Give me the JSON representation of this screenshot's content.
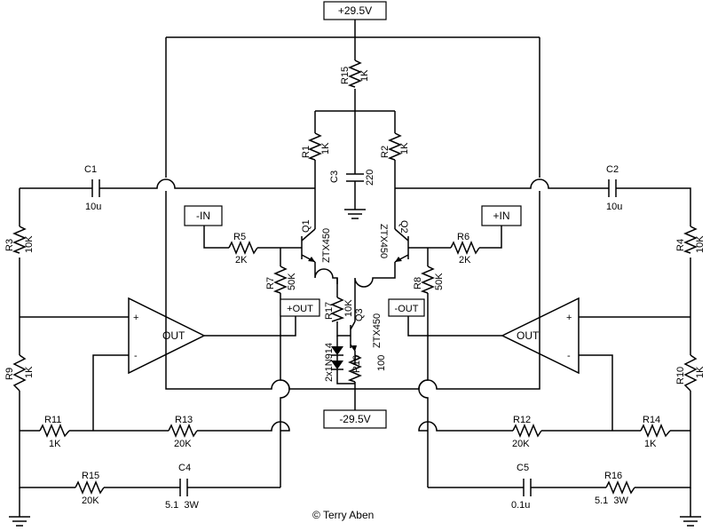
{
  "rails": {
    "vplus": "+29.5V",
    "vminus": "-29.5V"
  },
  "ports": {
    "in_neg": "-IN",
    "in_pos": "+IN",
    "out_pos": "+OUT",
    "out_neg": "-OUT"
  },
  "components": {
    "R1": {
      "ref": "R1",
      "value": "1K"
    },
    "R2": {
      "ref": "R2",
      "value": "1K"
    },
    "R3": {
      "ref": "R3",
      "value": "10K"
    },
    "R4": {
      "ref": "R4",
      "value": "10K"
    },
    "R5": {
      "ref": "R5",
      "value": "2K"
    },
    "R6": {
      "ref": "R6",
      "value": "2K"
    },
    "R7": {
      "ref": "R7",
      "value": "50K"
    },
    "R8": {
      "ref": "R8",
      "value": "50K"
    },
    "R9": {
      "ref": "R9",
      "value": "1K"
    },
    "R10": {
      "ref": "R10",
      "value": "1K"
    },
    "R11": {
      "ref": "R11",
      "value": "1K"
    },
    "R12": {
      "ref": "R12",
      "value": "20K"
    },
    "R13": {
      "ref": "R13",
      "value": "20K"
    },
    "R14": {
      "ref": "R14",
      "value": "1K"
    },
    "R15_top": {
      "ref": "R15",
      "value": "1K"
    },
    "R15_bot": {
      "ref": "R15",
      "value": "20K"
    },
    "R16_mid": {
      "ref": "R16",
      "value": "100"
    },
    "R16_bot": {
      "ref": "R16",
      "value": "5.1  3W"
    },
    "R17": {
      "ref": "R17",
      "value": "10K"
    },
    "C1": {
      "ref": "C1",
      "value": "10u"
    },
    "C2": {
      "ref": "C2",
      "value": "10u"
    },
    "C3": {
      "ref": "C3",
      "value": "220"
    },
    "C4": {
      "ref": "C4",
      "value": "5.1  3W"
    },
    "C5": {
      "ref": "C5",
      "value": "0.1u"
    },
    "Q1": {
      "ref": "Q1",
      "value": "ZTX450"
    },
    "Q2": {
      "ref": "Q2",
      "value": "ZTX450"
    },
    "Q3": {
      "ref": "Q3",
      "value": "ZTX450"
    },
    "D": {
      "value": "2x1N914"
    }
  },
  "opamps": {
    "left_label": "OUT",
    "right_label": "OUT",
    "plus": "+",
    "minus": "-"
  },
  "credit": "© Terry Aben"
}
